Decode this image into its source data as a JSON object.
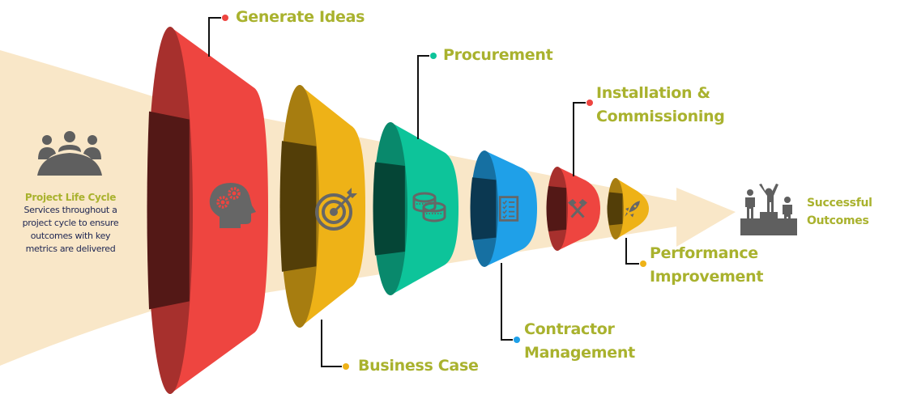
{
  "diagram": {
    "title": "Project Life Cycle",
    "description_lines": [
      "Services throughout a",
      "project cycle to ensure",
      "outcomes with key",
      "metrics are delivered"
    ],
    "intro_icon": "team-meeting-icon",
    "beam_color": "#f9e7c8",
    "icon_color": "#666666",
    "label_color": "#a9b22e",
    "description_color": "#1d2552",
    "stages": [
      {
        "label_lines": [
          "Generate Ideas"
        ],
        "color": "#ee4540",
        "icon": "head-gears-icon",
        "callout": "top"
      },
      {
        "label_lines": [
          "Business Case"
        ],
        "color": "#eeb217",
        "icon": "target-arrow-icon",
        "callout": "bottom"
      },
      {
        "label_lines": [
          "Procurement"
        ],
        "color": "#0dc49a",
        "icon": "coins-icon",
        "callout": "top"
      },
      {
        "label_lines": [
          "Contractor",
          "Management"
        ],
        "color": "#1fa0e8",
        "icon": "checklist-icon",
        "callout": "bottom"
      },
      {
        "label_lines": [
          "Installation &",
          "Commissioning"
        ],
        "color": "#ee4540",
        "icon": "hammers-icon",
        "callout": "top"
      },
      {
        "label_lines": [
          "Performance",
          "Improvement"
        ],
        "color": "#eeb217",
        "icon": "rocket-icon",
        "callout": "bottom"
      }
    ],
    "outcome": {
      "label_lines": [
        "Successful",
        "Outcomes"
      ],
      "icon": "winners-podium-icon"
    }
  }
}
